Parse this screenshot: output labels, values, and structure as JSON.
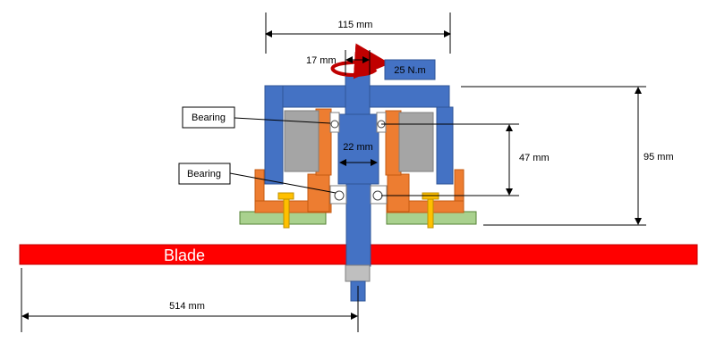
{
  "labels": {
    "dim_width_total": "115 mm",
    "dim_shaft_top": "17 mm",
    "torque": "25 N.m",
    "bearing_upper": "Bearing",
    "bearing_lower": "Bearing",
    "dim_shaft_mid": "22 mm",
    "dim_bearing_span": "47 mm",
    "dim_height_total": "95 mm",
    "blade": "Blade",
    "dim_radius": "514 mm"
  },
  "colors": {
    "blue": "#4472C4",
    "blue_dark": "#2F5597",
    "grey": "#A5A5A5",
    "orange": "#ED7D31",
    "orange_dark": "#C55A11",
    "green": "#A9D18E",
    "yellow": "#FFC000",
    "red": "#FF0000",
    "arrow_red": "#C00000"
  }
}
